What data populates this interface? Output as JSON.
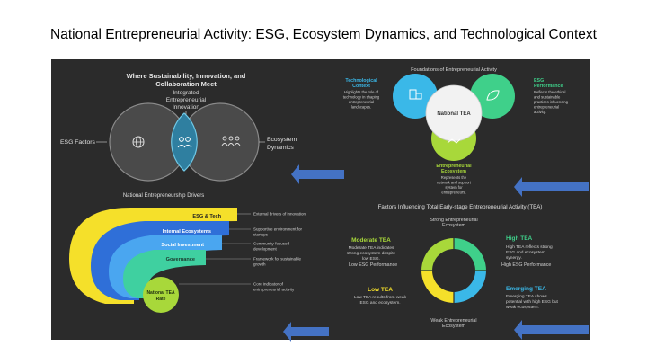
{
  "slide": {
    "title": "National Entrepreneurial Activity: ESG, Ecosystem Dynamics, and Technological Context"
  },
  "venn_left": {
    "heading_line1": "Where Sustainability, Innovation, and",
    "heading_line2": "Collaboration Meet",
    "center_line1": "Integrated",
    "center_line2": "Entrepreneurial",
    "center_line3": "Innovation",
    "left_label": "ESG Factors",
    "right_label_line1": "Ecosystem",
    "right_label_line2": "Dynamics"
  },
  "venn_right": {
    "heading": "Foundations of Entrepreneurial Activity",
    "tech_title_line1": "Technological",
    "tech_title_line2": "Context",
    "tech_desc": [
      "Highlights the role of",
      "technology in shaping",
      "entrepreneurial",
      "landscapes."
    ],
    "esg_title_line1": "ESG",
    "esg_title_line2": "Performance",
    "esg_desc": [
      "Reflects the ethical",
      "and sustainable",
      "practices influencing",
      "entrepreneurial",
      "activity."
    ],
    "center": "National TEA",
    "eco_title_line1": "Entrepreneurial",
    "eco_title_line2": "Ecosystem",
    "eco_desc": [
      "Represents the",
      "network and support",
      "system for",
      "entrepreneurs."
    ],
    "colors": {
      "tech": "#3ab8e8",
      "esg": "#3fd08a",
      "eco": "#a8d83a"
    }
  },
  "drivers": {
    "heading": "National Entrepreneurship Drivers",
    "layers": [
      {
        "label": "ESG & Tech",
        "desc": [
          "External drivers of innovation"
        ],
        "color": "#f5e02a"
      },
      {
        "label": "Internal Ecosystems",
        "desc": [
          "Supportive environment for",
          "startups"
        ],
        "color": "#2f6fd8"
      },
      {
        "label": "Social Investment",
        "desc": [
          "Community-focused",
          "development"
        ],
        "color": "#4aa6f0"
      },
      {
        "label": "Governance",
        "desc": [
          "Framework for sustainable",
          "growth"
        ],
        "color": "#3fd0a0"
      },
      {
        "label_line1": "National TEA",
        "label_line2": "Rate",
        "desc": [
          "Core indicator of",
          "entrepreneurial activity"
        ],
        "color": "#a8d83a"
      }
    ]
  },
  "quadrant": {
    "heading": "Factors Influencing Total Early-stage Entrepreneurial Activity (TEA)",
    "top_line1": "Strong Entrepreneurial",
    "top_line2": "Ecosystem",
    "bottom_line1": "Weak Entrepreneurial",
    "bottom_line2": "Ecosystem",
    "left_axis": "Low ESG Performance",
    "right_axis": "High ESG Performance",
    "moderate_title": "Moderate TEA",
    "moderate_desc": [
      "Moderate TEA indicates",
      "strong ecosystem despite",
      "low ESG."
    ],
    "high_title": "High TEA",
    "high_desc": [
      "High TEA reflects strong",
      "ESG and ecosystem",
      "synergy."
    ],
    "low_title": "Low TEA",
    "low_desc": [
      "Low TEA results from weak",
      "ESG and ecosystem."
    ],
    "emerging_title": "Emerging TEA",
    "emerging_desc": [
      "Emerging TEA shows",
      "potential with high ESG but",
      "weak ecosystem."
    ],
    "colors": {
      "moderate": "#a8d83a",
      "high": "#3fd08a",
      "low": "#f5e02a",
      "emerging": "#3ab8e8"
    }
  },
  "colors": {
    "panel_bg": "#2b2b2b",
    "arrow": "#4472c4"
  }
}
